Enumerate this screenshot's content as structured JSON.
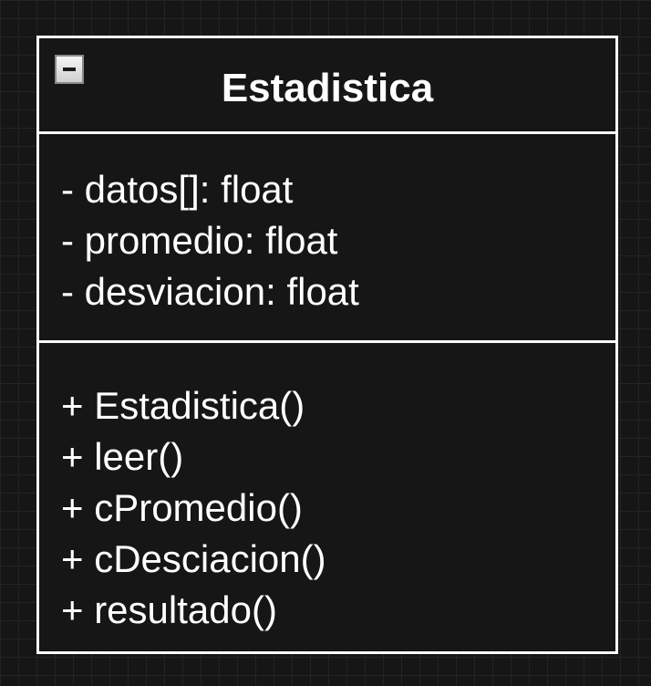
{
  "class": {
    "name": "Estadistica",
    "attributes": [
      "- datos[]: float",
      "- promedio: float",
      "- desviacion: float"
    ],
    "methods": [
      "+ Estadistica()",
      "+ leer()",
      "+ cPromedio()",
      "+ cDesciacion()",
      "+ resultado()"
    ]
  },
  "colors": {
    "background": "#161616",
    "border": "#ffffff",
    "text": "#ffffff"
  },
  "icons": {
    "collapse": "minus-square-icon"
  }
}
